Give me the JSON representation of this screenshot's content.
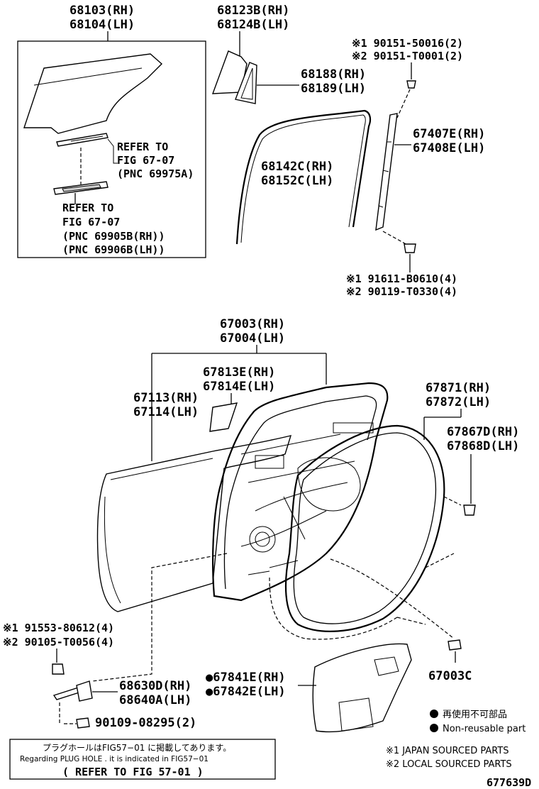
{
  "labels": {
    "p68103": "68103(RH)",
    "p68104": "68104(LH)",
    "p68123": "68123B(RH)",
    "p68124": "68124B(LH)",
    "p90151a": "※1 90151-50016(2)",
    "p90151b": "※2 90151-T0001(2)",
    "p68188": "68188(RH)",
    "p68189": "68189(LH)",
    "refer1_l1": "REFER TO",
    "refer1_l2": "FIG 67-07",
    "refer1_l3": "(PNC 69975A)",
    "p67407": "67407E(RH)",
    "p67408": "67408E(LH)",
    "p68142": "68142C(RH)",
    "p68152": "68152C(LH)",
    "refer2_l1": "REFER TO",
    "refer2_l2": "FIG 67-07",
    "refer2_l3": "(PNC 69905B(RH))",
    "refer2_l4": "(PNC 69906B(LH))",
    "p91611": "※1 91611-B0610(4)",
    "p90119": "※2 90119-T0330(4)",
    "p67003": "67003(RH)",
    "p67004": "67004(LH)",
    "p67813": "67813E(RH)",
    "p67814": "67814E(LH)",
    "p67113": "67113(RH)",
    "p67114": "67114(LH)",
    "p67871": "67871(RH)",
    "p67872": "67872(LH)",
    "p67867": "67867D(RH)",
    "p67868": "67868D(LH)",
    "p91553": "※1 91553-80612(4)",
    "p90105": "※2 90105-T0056(4)",
    "p68630": "68630D(RH)",
    "p68640": "68640A(LH)",
    "p67841": "●67841E(RH)",
    "p67842": "●67842E(LH)",
    "p67003c": "67003C",
    "p90109": "90109-08295(2)"
  },
  "legend": {
    "nonreuse_jp": "再使用不可部品",
    "nonreuse_en": "Non-reusable part",
    "japan": "※1 JAPAN SOURCED PARTS",
    "local": "※2 LOCAL SOURCED PARTS"
  },
  "note": {
    "jp": "プラグホールはFIG57−01 に掲載してあります。",
    "en": "Regarding PLUG HOLE . it is indicated in FIG57−01",
    "refer": "( REFER TO FIG 57-01 )"
  },
  "figure_id": "677639D"
}
